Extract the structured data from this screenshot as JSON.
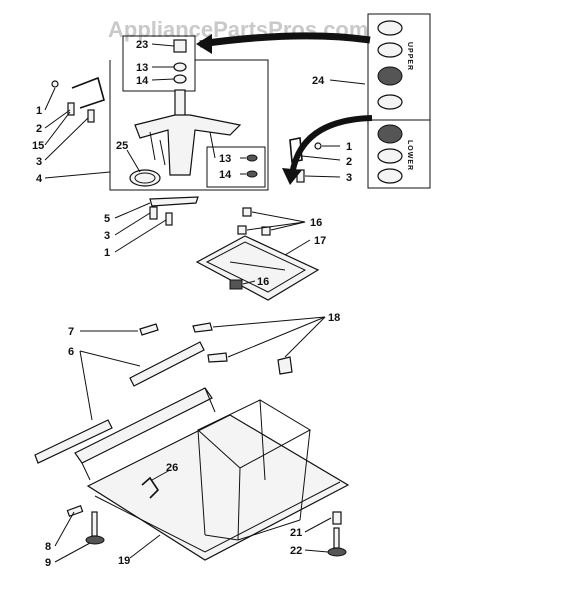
{
  "watermark": "AppliancePartsPros.com",
  "inset": {
    "upper": "UPPER",
    "lower": "LOWER"
  },
  "callouts": [
    "1",
    "2",
    "15",
    "3",
    "4",
    "23",
    "13",
    "14",
    "25",
    "13",
    "14",
    "24",
    "1",
    "2",
    "3",
    "5",
    "3",
    "1",
    "16",
    "17",
    "16",
    "7",
    "18",
    "6",
    "26",
    "8",
    "9",
    "19",
    "21",
    "22"
  ]
}
